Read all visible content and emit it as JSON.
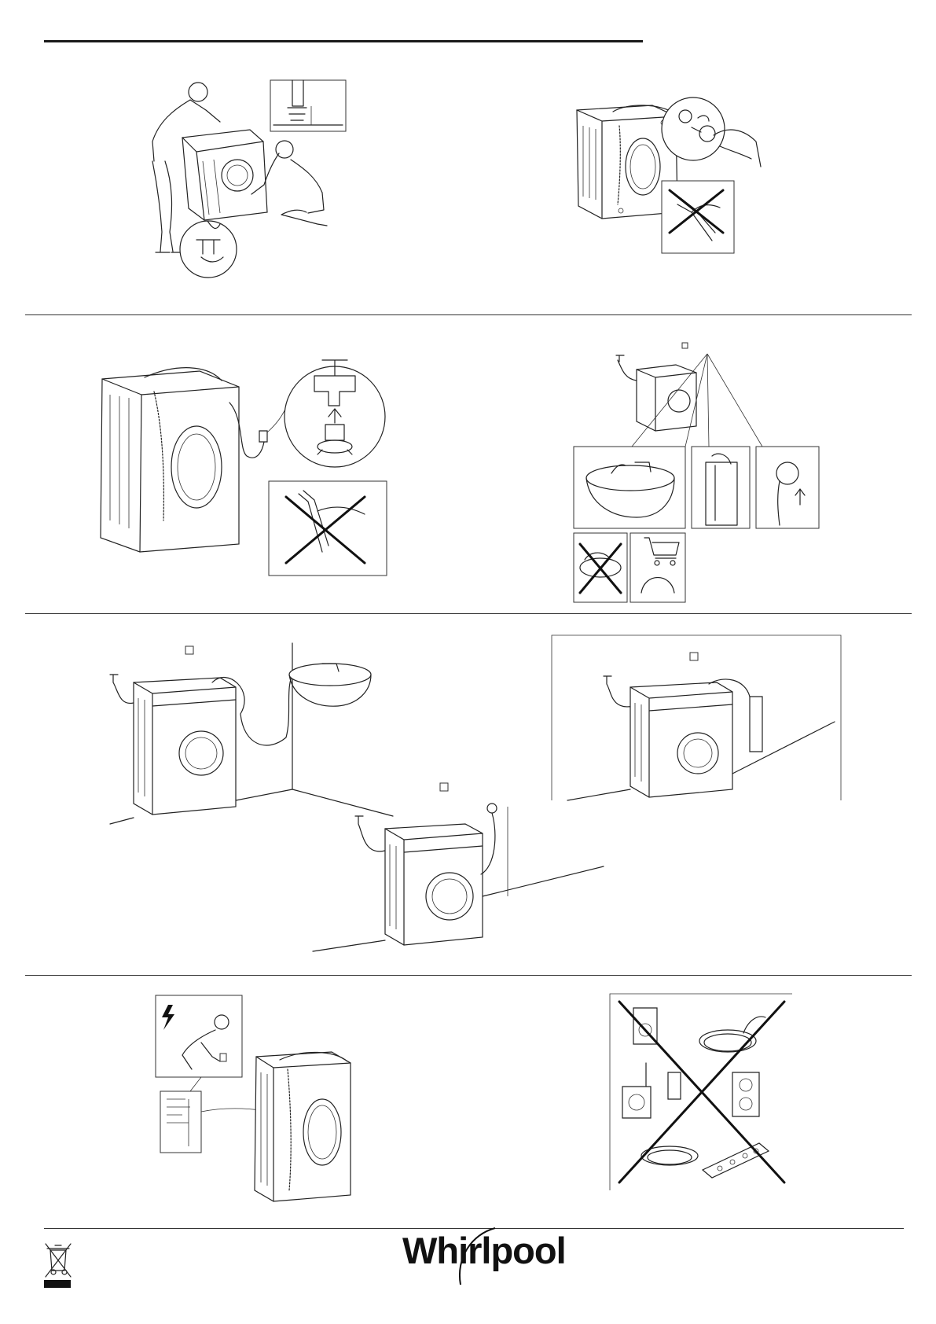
{
  "document": {
    "type": "installation-guide-page",
    "brand": "Whirlpool"
  },
  "sections": [
    {
      "id": "transport-removal",
      "panels": [
        "unpack-and-level",
        "remove-transport-bolts"
      ]
    },
    {
      "id": "water-connection",
      "panels": [
        "inlet-hose-to-tap",
        "drain-options"
      ]
    },
    {
      "id": "drain-installation",
      "panels": [
        "drain-into-sink",
        "drain-into-standpipe",
        "drain-into-wall-outlet"
      ]
    },
    {
      "id": "electrical",
      "panels": [
        "plug-into-socket",
        "no-adapters-or-extension-leads"
      ]
    }
  ],
  "icons": {
    "weee": "crossed-out-wheelie-bin-icon",
    "prohibited": "cross-icon",
    "shopping": "shopping-cart-icon",
    "electric": "lightning-bolt-icon"
  },
  "colors": {
    "ink": "#1a1a1a",
    "paper": "#ffffff"
  }
}
